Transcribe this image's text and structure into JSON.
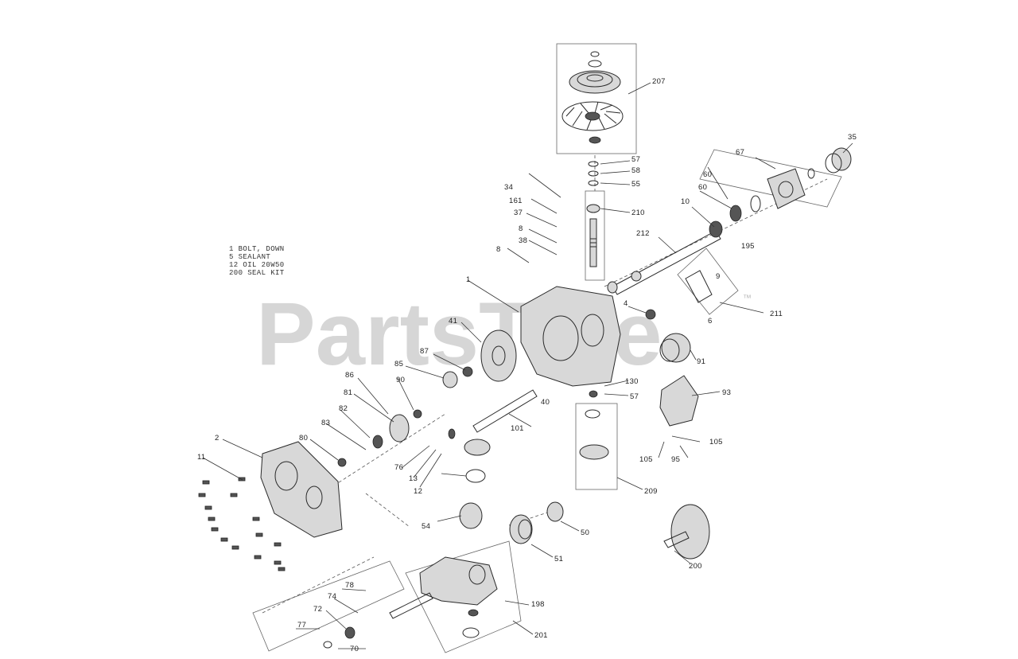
{
  "watermark": {
    "text": "PartsTree",
    "trademark": "™"
  },
  "legend": [
    "1  BOLT,  DOWN",
    "5  SEALANT",
    "12  OIL  20W50",
    "200  SEAL  KIT"
  ],
  "callouts": {
    "c207": "207",
    "c57a": "57",
    "c58": "58",
    "c55": "55",
    "c210": "210",
    "c212": "212",
    "c195a": "195",
    "c67": "67",
    "c60a": "60",
    "c60b": "60",
    "c10": "10",
    "c35": "35",
    "c211": "211",
    "c6": "6",
    "c9": "9",
    "c4": "4",
    "c34": "34",
    "c161": "161",
    "c37": "37",
    "c8a": "8",
    "c38": "38",
    "c8b": "8",
    "c1": "1",
    "c41": "41",
    "c91": "91",
    "c87": "87",
    "c85": "85",
    "c90": "90",
    "c86": "86",
    "c81": "81",
    "c40": "40",
    "c101": "101",
    "c130": "130",
    "c57b": "57",
    "c93": "93",
    "c105a": "105",
    "c105b": "105",
    "c95": "95",
    "c83": "83",
    "c82": "82",
    "c80": "80",
    "c2": "2",
    "c11": "11",
    "c76": "76",
    "c13": "13",
    "c12": "12",
    "c209": "209",
    "c54": "54",
    "c50": "50",
    "c51": "51",
    "c200": "200",
    "c78": "78",
    "c74": "74",
    "c72": "72",
    "c77": "77",
    "c70": "70",
    "c198": "198",
    "c201": "201"
  }
}
